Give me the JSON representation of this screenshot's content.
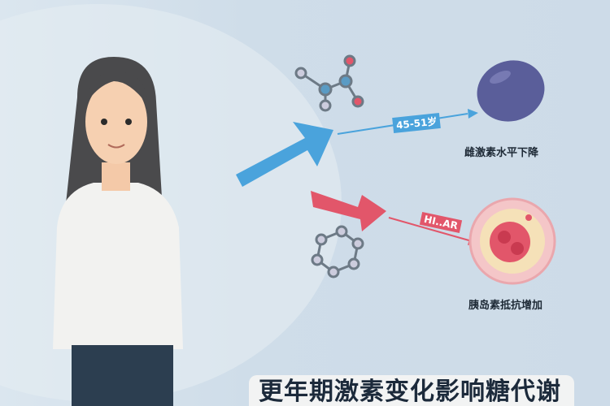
{
  "age_tag": "45-51岁",
  "hormone_tag": "HI..AR",
  "estrogen_label": "雌激素水平下降",
  "insulin_label": "胰岛素抵抗增加",
  "title": "更年期激素变化影响糖代谢",
  "colors": {
    "blue_arrow": "#4aa3dc",
    "red_arrow": "#e2566a",
    "egg": "#5a5e9a",
    "title_text": "#1c2a3b"
  }
}
